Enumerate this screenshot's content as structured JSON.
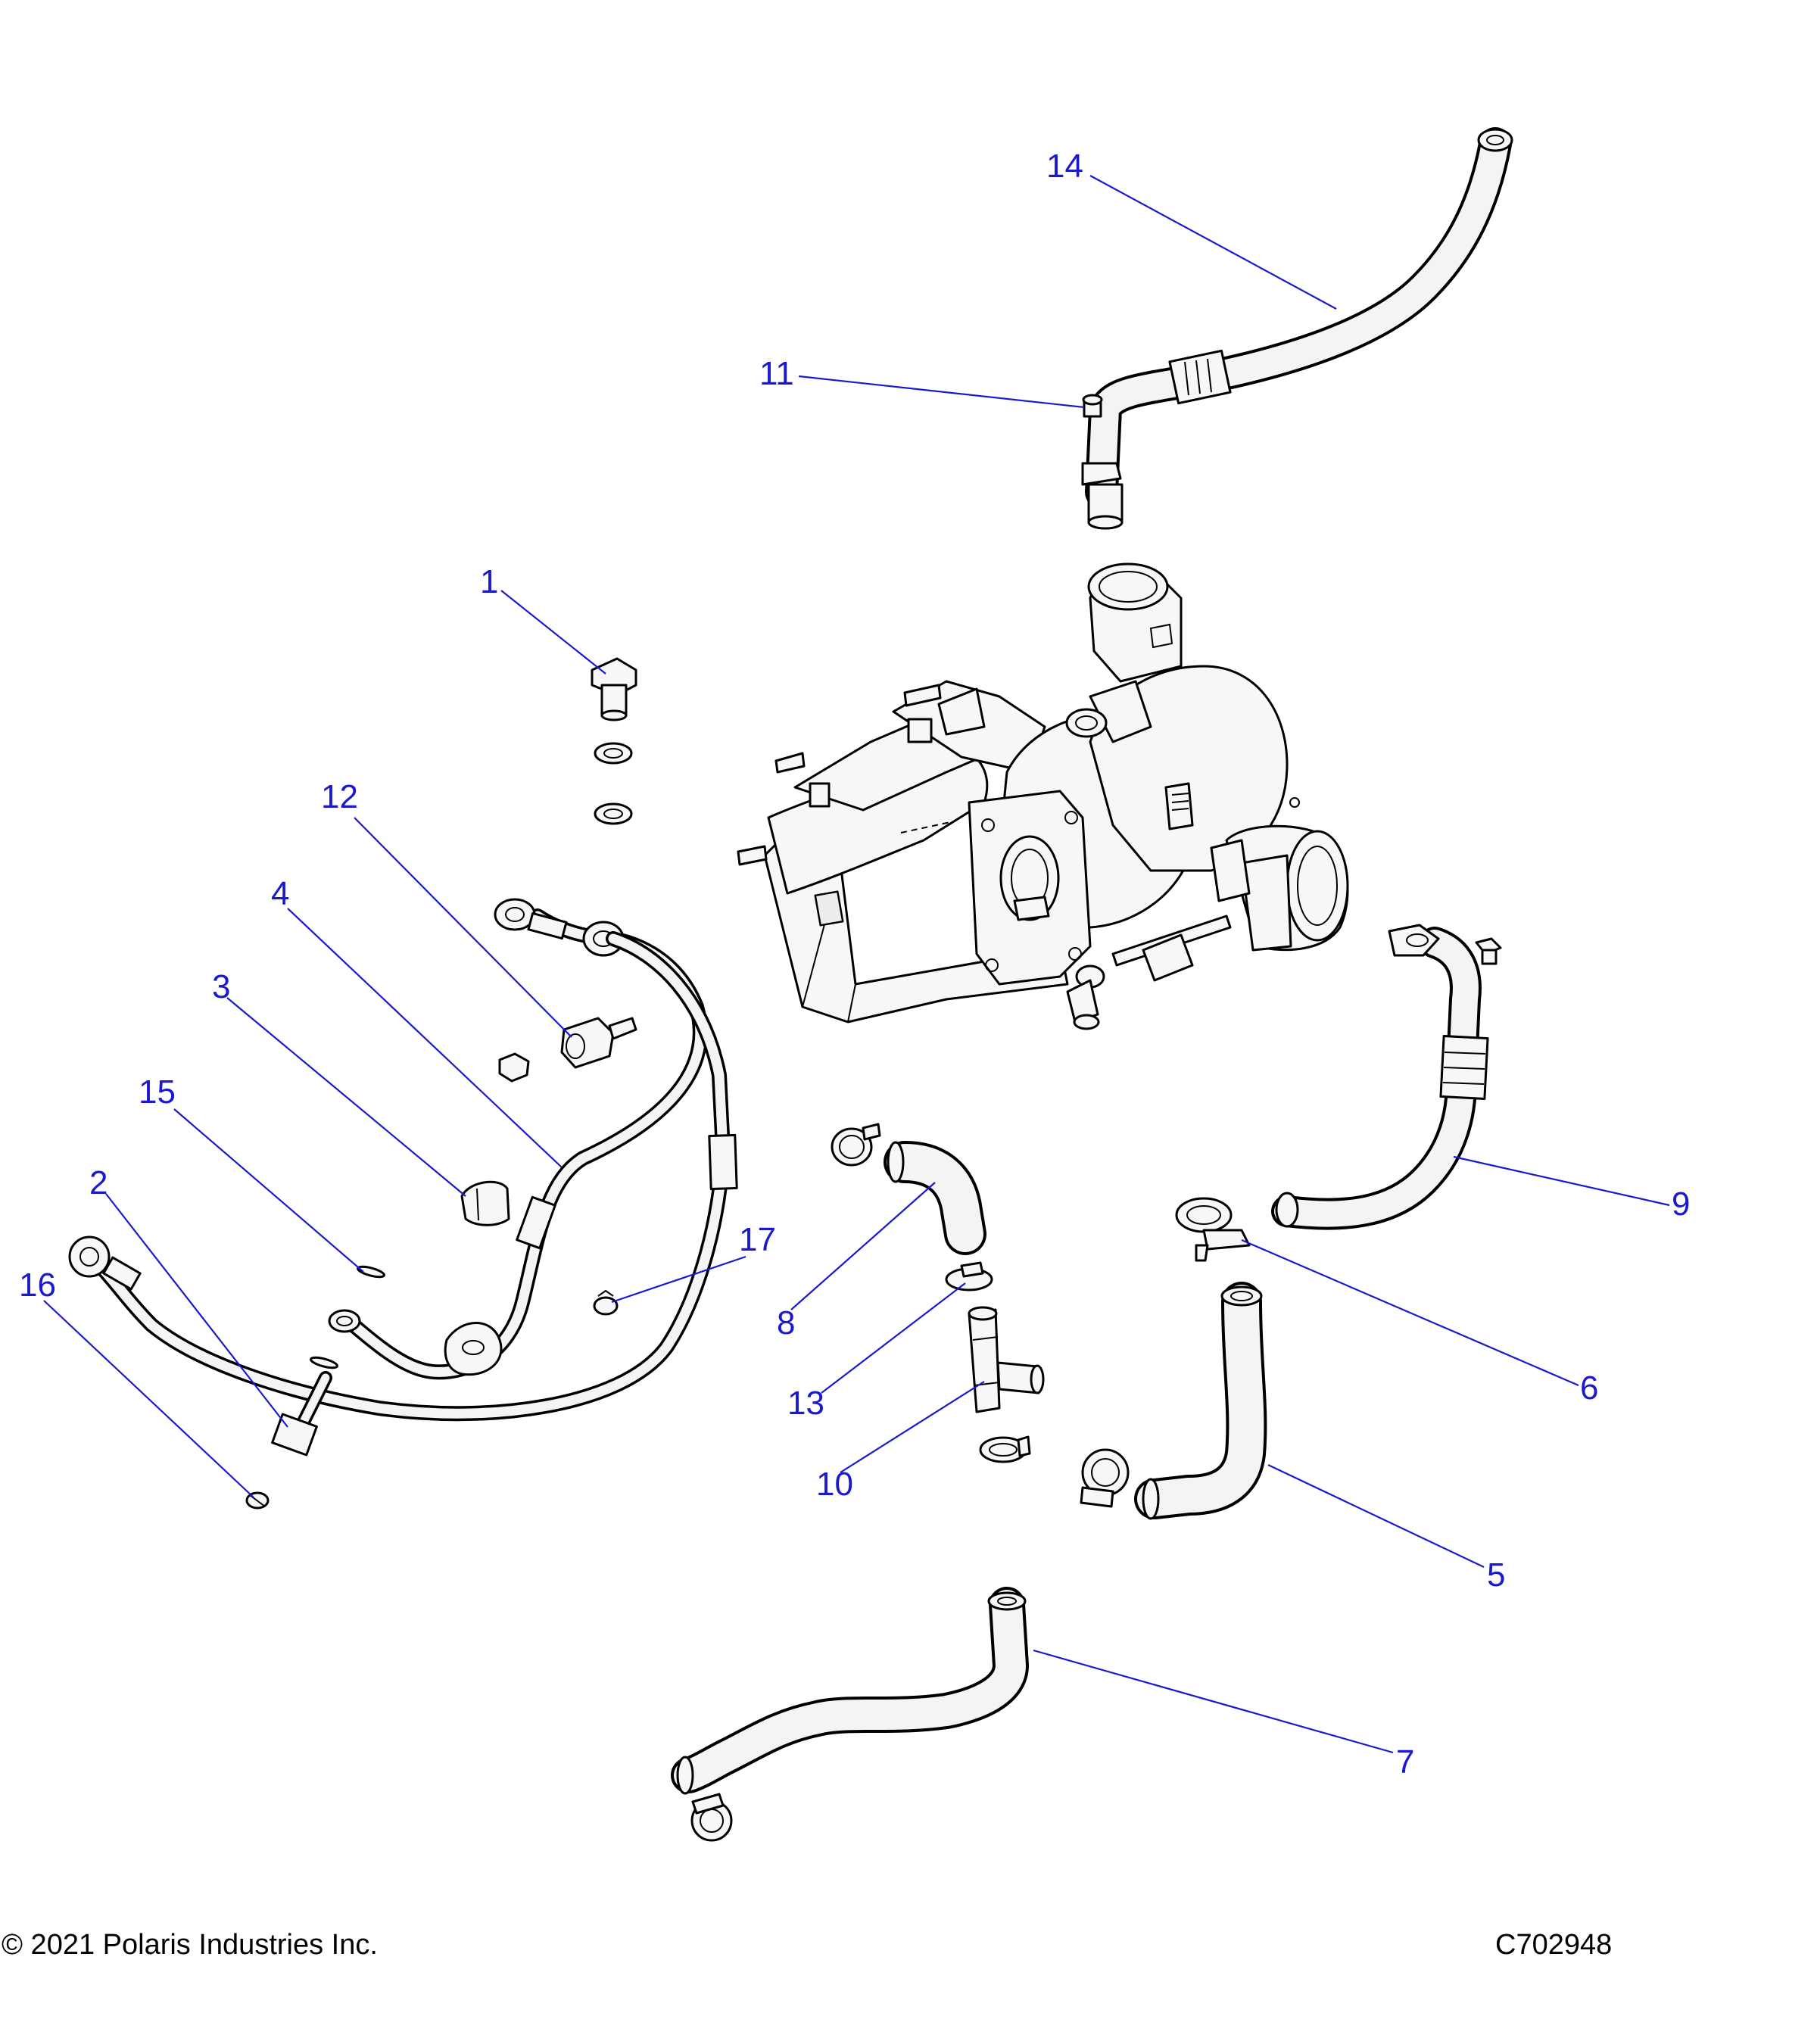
{
  "diagram": {
    "callouts": [
      {
        "id": "c1",
        "label": "1"
      },
      {
        "id": "c2",
        "label": "2"
      },
      {
        "id": "c3",
        "label": "3"
      },
      {
        "id": "c4",
        "label": "4"
      },
      {
        "id": "c5",
        "label": "5"
      },
      {
        "id": "c6",
        "label": "6"
      },
      {
        "id": "c7",
        "label": "7"
      },
      {
        "id": "c8",
        "label": "8"
      },
      {
        "id": "c9",
        "label": "9"
      },
      {
        "id": "c10",
        "label": "10"
      },
      {
        "id": "c11",
        "label": "11"
      },
      {
        "id": "c12",
        "label": "12"
      },
      {
        "id": "c13",
        "label": "13"
      },
      {
        "id": "c14",
        "label": "14"
      },
      {
        "id": "c15",
        "label": "15"
      },
      {
        "id": "c16",
        "label": "16"
      },
      {
        "id": "c17",
        "label": "17"
      }
    ]
  },
  "footer": {
    "copyright": "© 2021 Polaris Industries Inc.",
    "drawing_id": "C702948"
  },
  "colors": {
    "callout": "#1a1acc",
    "line_art": "#000000",
    "background": "#ffffff"
  }
}
